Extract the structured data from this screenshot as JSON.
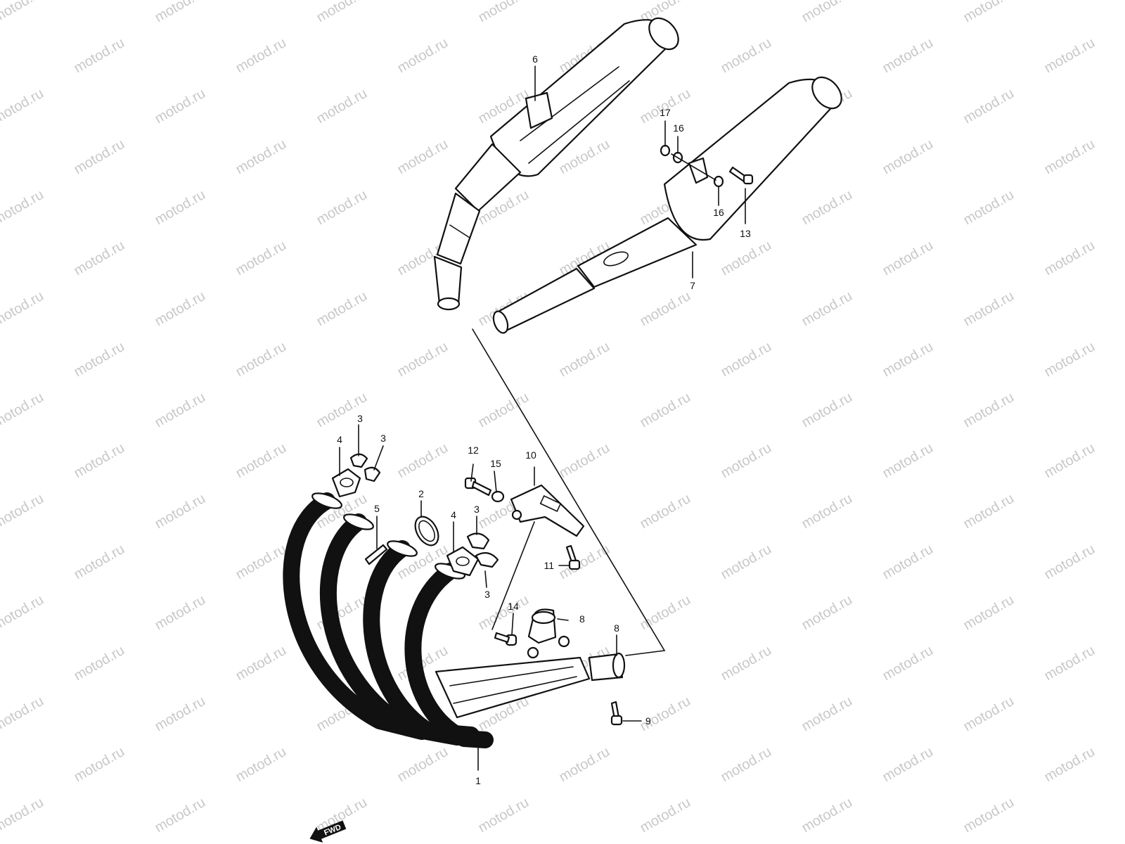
{
  "watermark": "motod.ru",
  "fwd_label": "FWD",
  "callouts": [
    "1",
    "2",
    "3",
    "3",
    "3",
    "3",
    "4",
    "4",
    "5",
    "6",
    "7",
    "8",
    "8",
    "9",
    "10",
    "11",
    "12",
    "13",
    "14",
    "15",
    "16",
    "16",
    "17"
  ]
}
